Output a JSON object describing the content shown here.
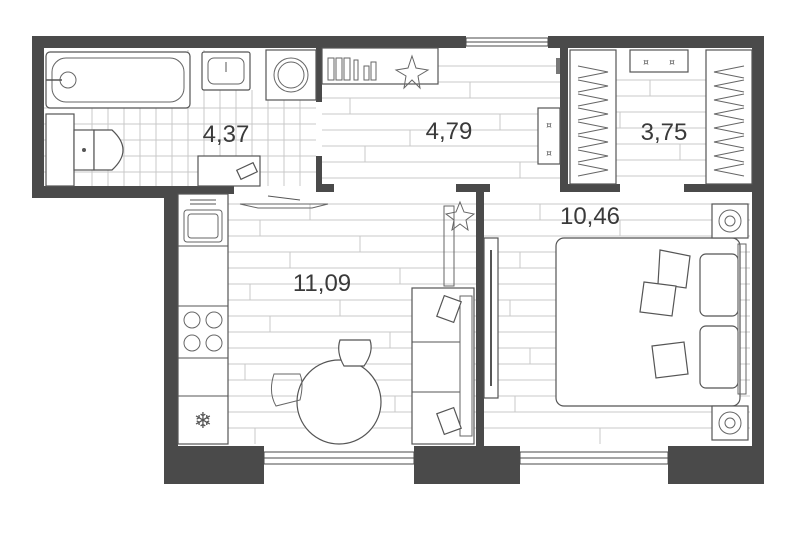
{
  "rooms": {
    "bathroom": {
      "area": "4,37"
    },
    "hallway": {
      "area": "4,79"
    },
    "wardrobe": {
      "area": "3,75"
    },
    "kitchen_living": {
      "area": "11,09"
    },
    "bedroom": {
      "area": "10,46"
    }
  },
  "colors": {
    "wall": "#4a4a4a",
    "floor_lines": "#c9c9c9",
    "background": "#ffffff"
  }
}
